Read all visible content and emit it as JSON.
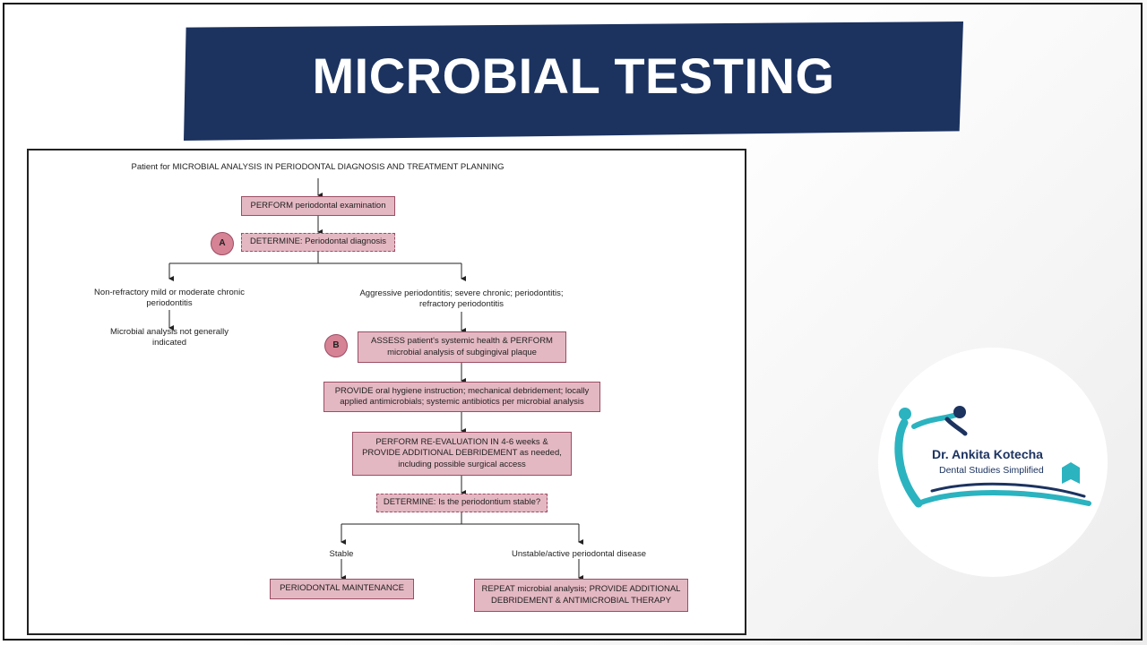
{
  "banner": {
    "title": "MICROBIAL TESTING"
  },
  "flowchart": {
    "top_text": "Patient for MICROBIAL ANALYSIS IN PERIODONTAL DIAGNOSIS AND TREATMENT PLANNING",
    "perform_exam": "PERFORM periodontal examination",
    "badge_a": "A",
    "determine_diagnosis": "DETERMINE: Periodontal diagnosis",
    "left_branch": "Non-refractory mild or moderate chronic periodontitis",
    "left_result": "Microbial analysis not generally indicated",
    "right_branch": "Aggressive periodontitis; severe chronic; periodontitis; refractory periodontitis",
    "badge_b": "B",
    "assess": "ASSESS patient's systemic health & PERFORM microbial analysis of subgingival plaque",
    "provide": "PROVIDE oral hygiene instruction; mechanical debridement; locally applied antimicrobials; systemic antibiotics per microbial analysis",
    "reevaluate": "PERFORM RE-EVALUATION IN 4-6 weeks & PROVIDE ADDITIONAL DEBRIDEMENT as needed, including possible surgical access",
    "determine_stable": "DETERMINE: Is the periodontium stable?",
    "stable_label": "Stable",
    "unstable_label": "Unstable/active periodontal disease",
    "maintenance": "PERIODONTAL MAINTENANCE",
    "repeat": "REPEAT microbial analysis; PROVIDE ADDITIONAL DEBRIDEMENT & ANTIMICROBIAL THERAPY"
  },
  "logo": {
    "name": "Dr. Ankita Kotecha",
    "tagline": "Dental Studies Simplified"
  },
  "colors": {
    "banner": "#1c3360",
    "box_fill": "#e4b8c3",
    "badge_fill": "#d68395",
    "logo_teal": "#2bb3c0"
  }
}
